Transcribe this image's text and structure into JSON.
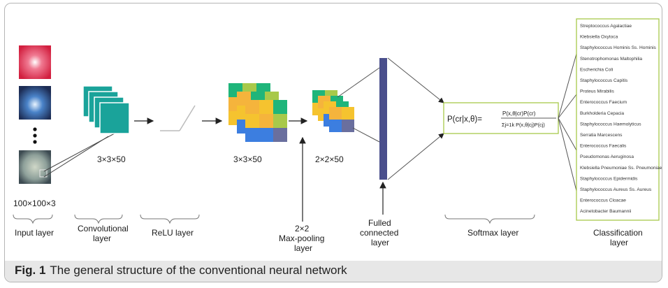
{
  "figure": {
    "caption_label": "Fig. 1",
    "caption_text": "The general structure of the conventional neural network"
  },
  "dims": {
    "input": "100×100×3",
    "conv": "3×3×50",
    "relu_out": "3×3×50",
    "pool_out": "2×2×50"
  },
  "layers": {
    "input": "Input layer",
    "conv": [
      "Convolutional",
      "layer"
    ],
    "relu": "ReLU layer",
    "pool": [
      "2×2",
      "Max-pooling",
      "layer"
    ],
    "fc": [
      "Fulled",
      "connected",
      "layer"
    ],
    "softmax": "Softmax layer",
    "classification": [
      "Classification",
      "layer"
    ]
  },
  "softmax_formula": {
    "lhs": "P(cr|x,θ)=",
    "numerator": "P(x,θ|cr)P(cr)",
    "denominator": "Σj=1k P(x,θ|cj)P(cj)"
  },
  "classes": [
    "Streptococcus Agalactiae",
    "Klebsiella Oxytoca",
    "Staphylococcus Hominis Ss. Hominis",
    "Stenotrophomonas Maltophilia",
    "Escherichia Coli",
    "Staphylococcus Capitis",
    "Proteus Mirabilis",
    "Enterococcus Faecium",
    "Burkholderia Cepacia",
    "Staphylococcus Haemolyticus",
    "Serratia Marcescens",
    "Enterococcus Faecalis",
    "Pseudomonas Aeruginosa",
    "Klebsiella Pneumoniae Ss. Pneumoniae",
    "Staphylococcus Epidermidis",
    "Staphylococcus Aureus Ss. Aureus",
    "Enterococcus Cloacae",
    "Acinetobacter Baumannii"
  ],
  "colors": {
    "conv_teal": "#1aa39a",
    "fc_bar": "#4a4f8c",
    "accent_green": "#a8c94a"
  }
}
